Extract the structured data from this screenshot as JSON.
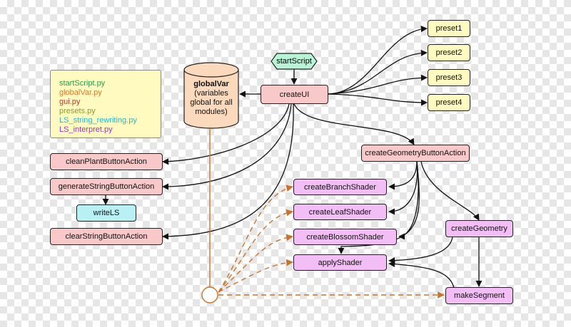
{
  "nodes": {
    "startScript": "startScript",
    "createUI": "createUI",
    "preset1": "preset1",
    "preset2": "preset2",
    "preset3": "preset3",
    "preset4": "preset4",
    "globalVar_title": "globalVar",
    "globalVar_desc": "(variables\nglobal for all\nmodules)",
    "cleanPlantButtonAction": "cleanPlantButtonAction",
    "generateStringButtonAction": "generateStringButtonAction",
    "writeLS": "writeLS",
    "clearStringButtonAction": "clearStringButtonAction",
    "createGeometryButtonAction": "createGeometryButtonAction",
    "createBranchShader": "createBranchShader",
    "createLeafShader": "createLeafShader",
    "createBlossomShader": "createBlossomShader",
    "applyShader": "applyShader",
    "createGeometry": "createGeometry",
    "makeSegment": "makeSegment"
  },
  "legend": [
    {
      "file": "startScript.py",
      "color": "#2f9a4a"
    },
    {
      "file": "globalVar.py",
      "color": "#d9782c"
    },
    {
      "file": "gui.py",
      "color": "#c8332e"
    },
    {
      "file": "presets.py",
      "color": "#8d9a2c"
    },
    {
      "file": "LS_string_rewriting.py",
      "color": "#27b7c4"
    },
    {
      "file": "LS_interpret.py",
      "color": "#a030c0"
    }
  ],
  "colors": {
    "edge": "#111111",
    "globalEdge": "#c8742e",
    "hexFill": "#b8f5d6",
    "cylFill": "#fbd9bd"
  }
}
